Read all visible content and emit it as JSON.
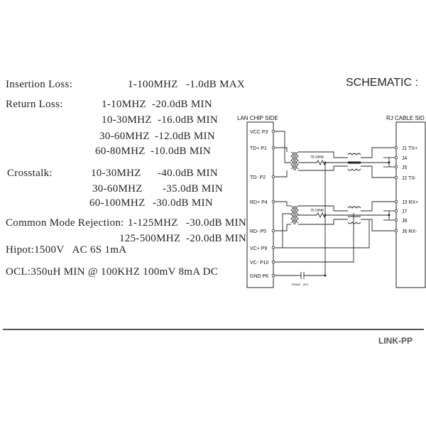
{
  "specs": {
    "insertion_loss": {
      "label": "Insertion Loss:",
      "freq": "1-100MHZ",
      "value": "-1.0dB MAX"
    },
    "return_loss": {
      "label": "Return Loss:",
      "rows": [
        {
          "freq": "1-10MHZ",
          "value": "-20.0dB MIN"
        },
        {
          "freq": "10-30MHZ",
          "value": "-16.0dB MIN"
        },
        {
          "freq": "30-60MHZ",
          "value": "-12.0dB MIN"
        },
        {
          "freq": "60-80MHZ",
          "value": "-10.0dB MIN"
        }
      ]
    },
    "crosstalk": {
      "label": "Crosstalk:",
      "rows": [
        {
          "freq": "10-30MHZ",
          "value": "-40.0dB MIN"
        },
        {
          "freq": "30-60MHZ",
          "value": "-35.0dB MIN"
        },
        {
          "freq": "60-100MHZ",
          "value": "-30.0dB MIN"
        }
      ]
    },
    "cmr": {
      "label": "Common Mode Rejection:",
      "rows": [
        {
          "freq": "1-125MHZ",
          "value": "-30.0dB MIN"
        },
        {
          "freq": "125-500MHZ",
          "value": "-20.0dB MIN"
        }
      ]
    },
    "hipot": "Hipot:1500V   AC 6S 1mA",
    "ocl": "OCL:350uH MIN @ 100KHZ 100mV 8mA DC"
  },
  "schematic": {
    "title": "SCHEMATIC :",
    "left_header": "LAN CHIP SIDE",
    "right_header": "RJ CABLE SID",
    "left_pins": [
      "VCC P3",
      "TD+ P1",
      "TD- P2",
      "RD+ P4",
      "RD- P5",
      "VC+ P9",
      "VC- P10",
      "GND P6"
    ],
    "right_pins": [
      "J1 TX+",
      "J4",
      "J5",
      "J2 TX-",
      "J3 RX+",
      "J7",
      "J8",
      "J6 RX-"
    ],
    "resistor_top": "75 OHM",
    "resistor_bottom": "75 OHM",
    "capacitor": "1000pF , 2KV"
  },
  "footer": {
    "brand": "LINK-PP"
  }
}
